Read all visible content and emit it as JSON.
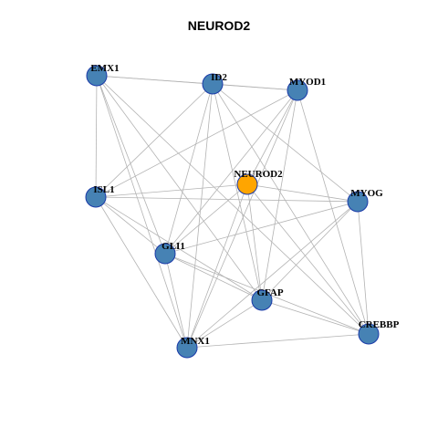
{
  "title": "NEUROD2",
  "colors": {
    "hub": "#FFA500",
    "node": "#4682B4",
    "node_border": "#1a3aa8",
    "edge": "#b3b3b3"
  },
  "graph": {
    "hub": "NEUROD2",
    "nodes": [
      "EMX1",
      "ID2",
      "MYOD1",
      "NEUROD2",
      "ISL1",
      "MYOG",
      "GLI1",
      "GFAP",
      "CREBBP",
      "MNX1"
    ],
    "edges": [
      [
        "EMX1",
        "ID2"
      ],
      [
        "EMX1",
        "MYOD1"
      ],
      [
        "EMX1",
        "ISL1"
      ],
      [
        "EMX1",
        "GLI1"
      ],
      [
        "EMX1",
        "GFAP"
      ],
      [
        "EMX1",
        "MNX1"
      ],
      [
        "EMX1",
        "CREBBP"
      ],
      [
        "ID2",
        "MYOD1"
      ],
      [
        "ID2",
        "ISL1"
      ],
      [
        "ID2",
        "GLI1"
      ],
      [
        "ID2",
        "GFAP"
      ],
      [
        "ID2",
        "MNX1"
      ],
      [
        "ID2",
        "MYOG"
      ],
      [
        "ID2",
        "CREBBP"
      ],
      [
        "MYOD1",
        "NEUROD2"
      ],
      [
        "MYOD1",
        "GLI1"
      ],
      [
        "MYOD1",
        "GFAP"
      ],
      [
        "MYOD1",
        "MNX1"
      ],
      [
        "MYOD1",
        "CREBBP"
      ],
      [
        "MYOD1",
        "ISL1"
      ],
      [
        "NEUROD2",
        "ISL1"
      ],
      [
        "NEUROD2",
        "MYOG"
      ],
      [
        "NEUROD2",
        "GLI1"
      ],
      [
        "NEUROD2",
        "GFAP"
      ],
      [
        "NEUROD2",
        "MNX1"
      ],
      [
        "NEUROD2",
        "CREBBP"
      ],
      [
        "ISL1",
        "MYOG"
      ],
      [
        "ISL1",
        "GLI1"
      ],
      [
        "ISL1",
        "GFAP"
      ],
      [
        "ISL1",
        "MNX1"
      ],
      [
        "MYOG",
        "GLI1"
      ],
      [
        "MYOG",
        "GFAP"
      ],
      [
        "MYOG",
        "MNX1"
      ],
      [
        "MYOG",
        "CREBBP"
      ],
      [
        "GLI1",
        "GFAP"
      ],
      [
        "GLI1",
        "MNX1"
      ],
      [
        "GLI1",
        "CREBBP"
      ],
      [
        "GFAP",
        "MNX1"
      ],
      [
        "GFAP",
        "CREBBP"
      ],
      [
        "MNX1",
        "CREBBP"
      ]
    ]
  }
}
